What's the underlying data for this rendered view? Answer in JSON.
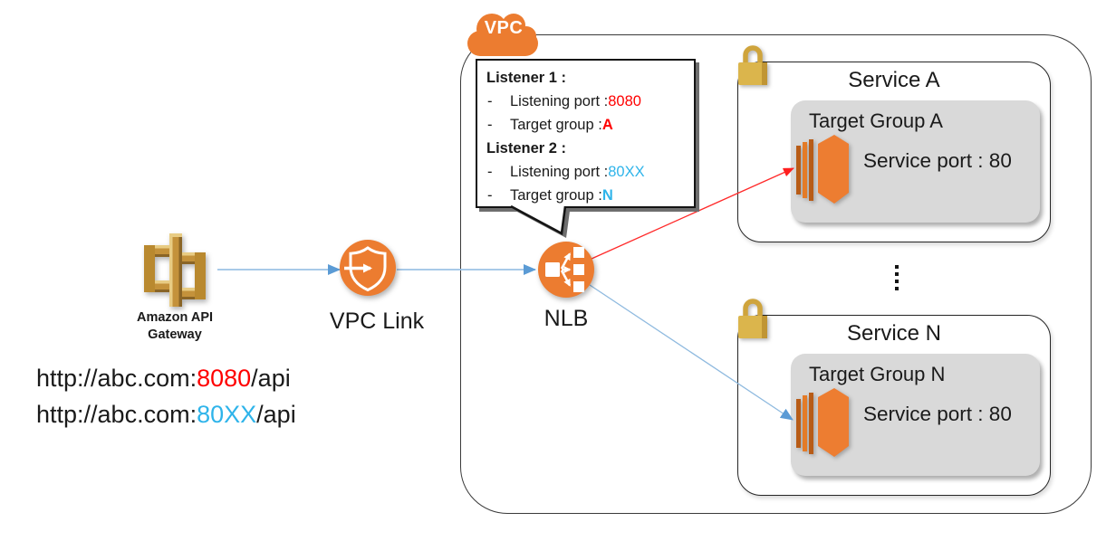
{
  "colors": {
    "aws_orange": "#EC7C30",
    "ecs_orange": "#ED7D31",
    "ecs_dark": "#B85C17",
    "gold": "#DBB54C",
    "red": "#FF0000",
    "light_blue": "#2FB4EA",
    "arrow_line_blue": "#9CC2E5",
    "arrow_head_blue": "#5B9BD5",
    "gray_box": "#D9D9D9"
  },
  "vpc": {
    "cloud_label": "VPC"
  },
  "api_gateway": {
    "label_lines": [
      "Amazon API",
      "Gateway"
    ]
  },
  "vpc_link": {
    "label": "VPC Link"
  },
  "nlb": {
    "label": "NLB"
  },
  "callout": {
    "sections": [
      {
        "title": "Listener 1 :",
        "items": [
          {
            "bullet": "-",
            "label": "Listening port : ",
            "value": "8080"
          },
          {
            "bullet": "-",
            "label": "Target group : ",
            "value": "A"
          }
        ]
      },
      {
        "title": "Listener 2 :",
        "items": [
          {
            "bullet": "-",
            "label": "Listening port : ",
            "value": "80XX"
          },
          {
            "bullet": "-",
            "label": "Target group : ",
            "value": "N"
          }
        ]
      }
    ]
  },
  "services": [
    {
      "title": "Service A",
      "target_group": "Target Group A",
      "port": "Service port : 80"
    },
    {
      "title": "Service N",
      "target_group": "Target Group N",
      "port": "Service port : 80"
    }
  ],
  "urls": [
    {
      "prefix": "http://abc.com:",
      "port": "8080",
      "suffix": "/api"
    },
    {
      "prefix": "http://abc.com:",
      "port": "80XX",
      "suffix": "/api"
    }
  ]
}
